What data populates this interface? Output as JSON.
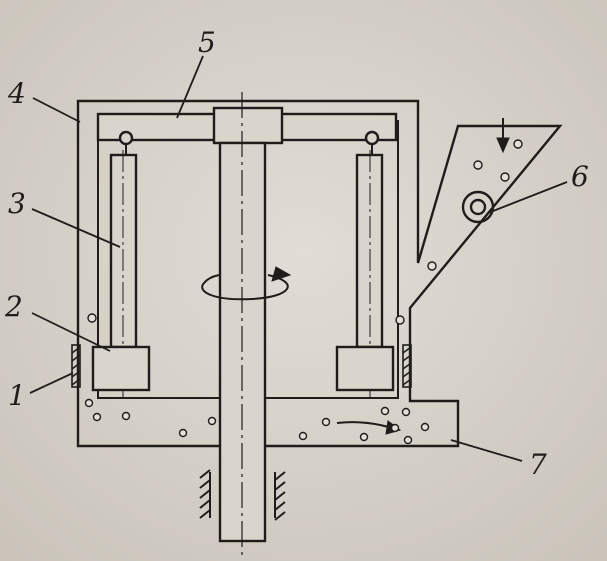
{
  "diagram": {
    "labels": {
      "l1": "1",
      "l2": "2",
      "l3": "3",
      "l4": "4",
      "l5": "5",
      "l6": "6",
      "l7": "7"
    },
    "colors": {
      "paper": "#d9d4cc",
      "ink": "#1e1d1b",
      "grain_fill": "#e4dfd8"
    }
  }
}
